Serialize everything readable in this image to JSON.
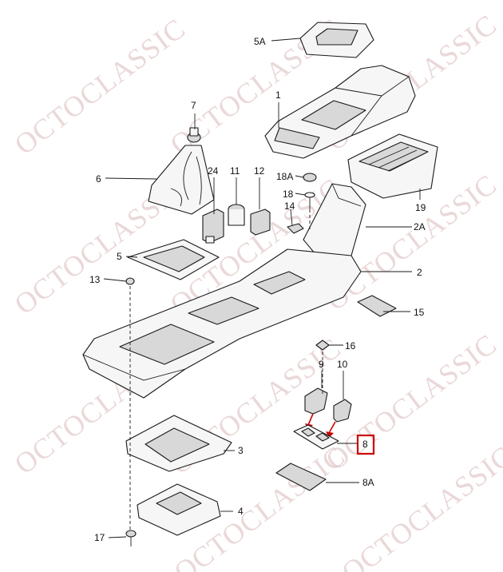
{
  "watermark": "OCTOCLASSIC",
  "highlight_color": "#cc0000",
  "callouts": {
    "c5A": "5A",
    "c1": "1",
    "c7": "7",
    "c6": "6",
    "c24": "24",
    "c11": "11",
    "c12": "12",
    "c18A": "18A",
    "c18": "18",
    "c14": "14",
    "c19": "19",
    "c2A": "2A",
    "c5": "5",
    "c2": "2",
    "c13": "13",
    "c15": "15",
    "c16": "16",
    "c9": "9",
    "c10": "10",
    "c8": "8",
    "c3": "3",
    "c8A": "8A",
    "c4": "4",
    "c17": "17"
  }
}
